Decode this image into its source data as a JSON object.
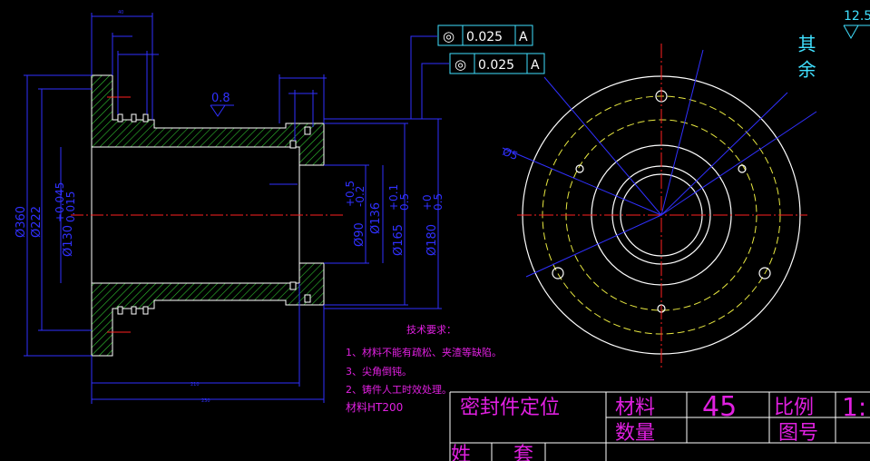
{
  "colors": {
    "background": "#000000",
    "outline": "#ffffff",
    "dimension": "#3030ff",
    "center_line": "#ff2020",
    "hatch": "#30c030",
    "annotation": "#e020e0",
    "tolerance_frame": "#40e0ff",
    "hidden_circle": "#e8e840",
    "title_block": "#ffffff"
  },
  "roughness": {
    "general_label": "其余",
    "general_value": "12.5",
    "local_value": "0.8"
  },
  "tolerance_frames": [
    {
      "symbol": "◎",
      "value": "0.025",
      "datum": "A"
    },
    {
      "symbol": "◎",
      "value": "0.025",
      "datum": "A"
    }
  ],
  "dimensions": {
    "d360": "Ø360",
    "d222": "Ø222",
    "d130": "Ø130",
    "d130_upper": "+0.045",
    "d130_lower": "0.015",
    "d90": "Ø90",
    "d90_upper": "+0.5",
    "d90_lower": "-0.2",
    "d136": "Ø136",
    "d165": "Ø165",
    "d165_upper": "+0.1",
    "d165_lower": "0.5",
    "d180": "Ø180",
    "d180_upper": "+0",
    "d180_lower": "0.5",
    "hole": "Ø5"
  },
  "tech_notes": {
    "title": "技术要求：",
    "lines": [
      "1、材料不能有疏松、夹渣等缺陷。",
      "3、尖角倒钝。",
      "2、铸件人工时效处理。",
      "材料HT200"
    ]
  },
  "title_block": {
    "part_name": "密封件定位",
    "material_label": "材料",
    "material_value": "45",
    "scale_label": "比例",
    "scale_value": "1:",
    "quantity_label": "数量",
    "drawing_no_label": "图号",
    "bottom_left": "姓",
    "bottom_mid": "套"
  }
}
